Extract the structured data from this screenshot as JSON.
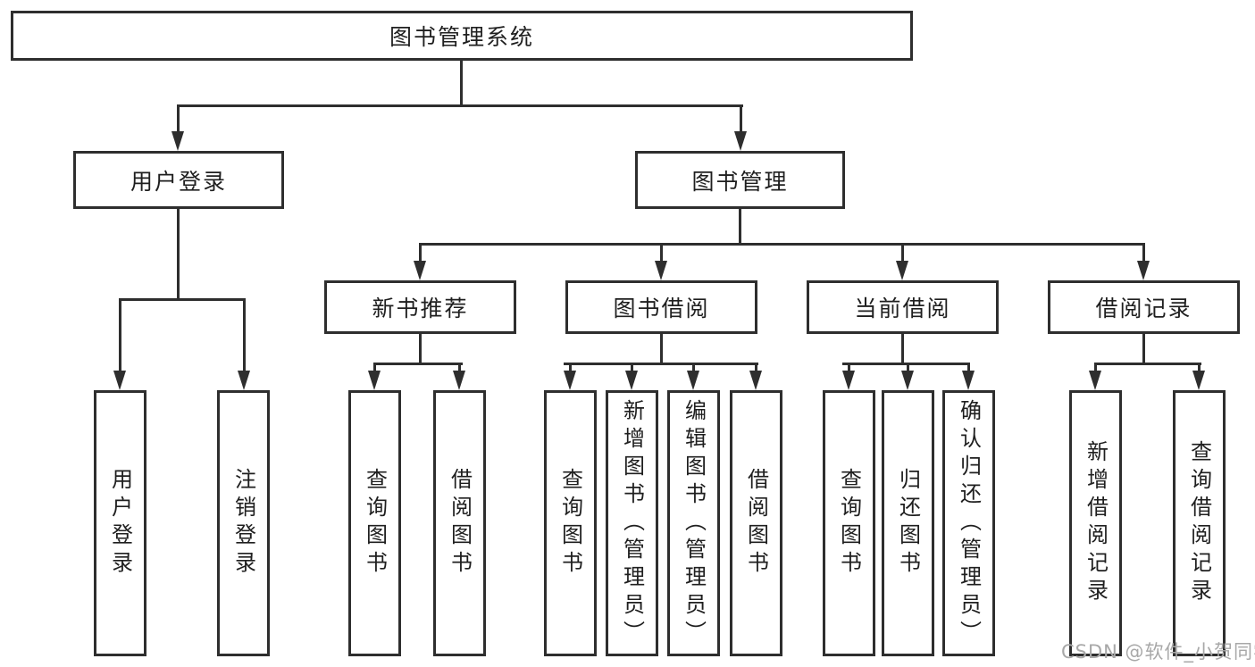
{
  "diagram": {
    "type": "hierarchy",
    "tree": {
      "label": "图书管理系统",
      "children": [
        {
          "label": "用户登录",
          "children": [
            {
              "label": "用户登录"
            },
            {
              "label": "注销登录"
            }
          ]
        },
        {
          "label": "图书管理",
          "children": [
            {
              "label": "新书推荐",
              "children": [
                {
                  "label": "查询图书"
                },
                {
                  "label": "借阅图书"
                }
              ]
            },
            {
              "label": "图书借阅",
              "children": [
                {
                  "label": "查询图书"
                },
                {
                  "label": "新增图书（管理员）"
                },
                {
                  "label": "编辑图书（管理员）"
                },
                {
                  "label": "借阅图书"
                }
              ]
            },
            {
              "label": "当前借阅",
              "children": [
                {
                  "label": "查询图书"
                },
                {
                  "label": "归还图书"
                },
                {
                  "label": "确认归还（管理员）"
                }
              ]
            },
            {
              "label": "借阅记录",
              "children": [
                {
                  "label": "新增借阅记录"
                },
                {
                  "label": "查询借阅记录"
                }
              ]
            }
          ]
        }
      ]
    },
    "watermark": "CSDN @软件_小贺同学",
    "colors": {
      "line": "#2e2e2e",
      "text": "#1f1f1f",
      "box_background": "#ffffff",
      "watermark": "#a8a8a8"
    }
  }
}
